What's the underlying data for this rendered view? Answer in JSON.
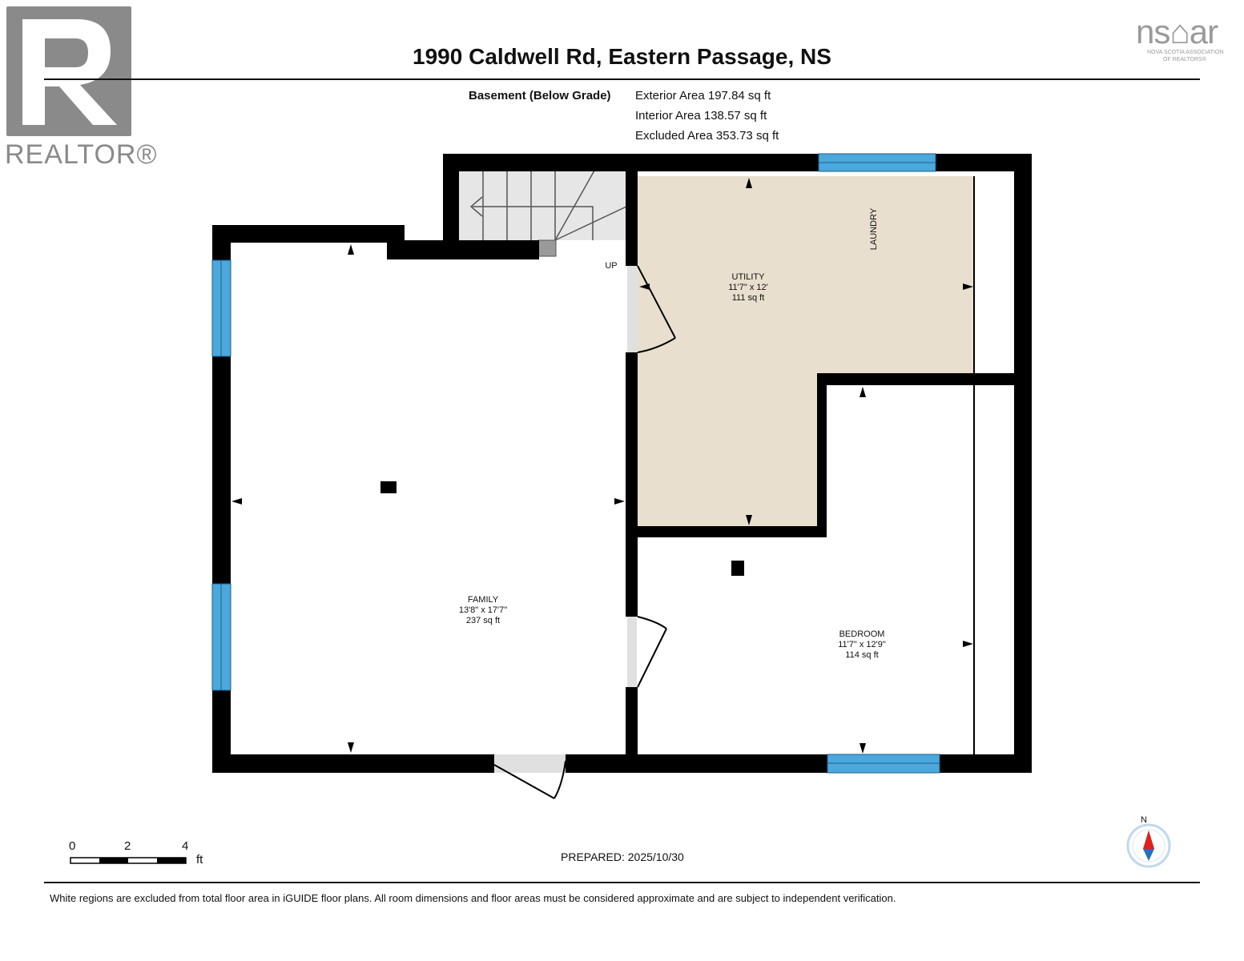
{
  "header": {
    "title": "1990 Caldwell Rd, Eastern Passage, NS",
    "realtor_logo_text": "REALTOR®",
    "nsar_logo_text": "ns⌂ar",
    "nsar_sub1": "NOVA SCOTIA ASSOCIATION",
    "nsar_sub2": "OF REALTORS®"
  },
  "floor": {
    "label": "Basement (Below Grade)",
    "exterior_area": "Exterior Area 197.84 sq ft",
    "interior_area": "Interior Area 138.57 sq ft",
    "excluded_area": "Excluded Area 353.73 sq ft"
  },
  "rooms": [
    {
      "name": "FAMILY",
      "dims": "13'8\" x 17'7\"",
      "area": "237 sq ft"
    },
    {
      "name": "UTILITY",
      "dims": "11'7\" x 12'",
      "area": "111 sq ft"
    },
    {
      "name": "BEDROOM",
      "dims": "11'7\" x 12'9\"",
      "area": "114 sq ft"
    }
  ],
  "labels": {
    "laundry": "LAUNDRY",
    "stairs": "UP"
  },
  "scale": {
    "ticks": [
      "0",
      "2",
      "4"
    ],
    "unit": "ft"
  },
  "compass": {
    "label": "N"
  },
  "prepared": "PREPARED: 2025/10/30",
  "disclaimer": "White regions are excluded from total floor area in iGUIDE floor plans. All room dimensions and floor areas must be considered approximate and are subject to independent verification.",
  "colors": {
    "wall": "#000000",
    "window": "#4aa8dc",
    "utility_fill": "#e8dfcf",
    "stair_fill": "#e6e6e6",
    "compass_arrow": "#e02020"
  }
}
